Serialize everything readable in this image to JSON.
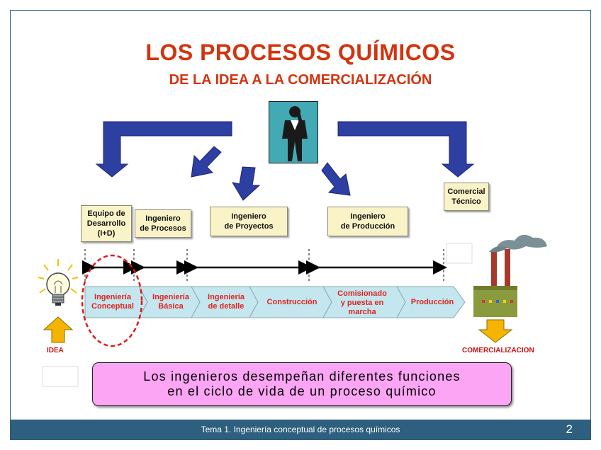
{
  "title": "LOS PROCESOS QUÍMICOS",
  "subtitle": "DE LA IDEA A LA COMERCIALIZACIÓN",
  "roles": [
    {
      "id": "equipo",
      "label": "Equipo de\nDesarrollo\n(I+D)"
    },
    {
      "id": "procesos",
      "label": "Ingeniero\nde Procesos"
    },
    {
      "id": "proyectos",
      "label": "Ingeniero\nde Proyectos"
    },
    {
      "id": "produccion",
      "label": "Ingeniero\nde Producción"
    },
    {
      "id": "comercial",
      "label": "Comercial\nTécnico"
    }
  ],
  "stages": [
    "Ingeniería\nConceptual",
    "Ingeniería\nBásica",
    "Ingeniería\nde detalle",
    "Construcción",
    "Comisionado\ny puesta en\nmarcha",
    "Producción"
  ],
  "idea_label": "IDEA",
  "commercial_label": "COMERCIALIZACION",
  "message": {
    "line1": "Los ingenieros desempeñan diferentes funciones",
    "line2": "en el ciclo de vida de un proceso químico"
  },
  "footer": {
    "text": "Tema 1. Ingeniería conceptual de procesos químicos",
    "page": "2"
  },
  "colors": {
    "title": "#d2340f",
    "arrow_blue": "#2d3fa0",
    "stage_fill": "#c4e6ee",
    "message_bg": "#fca5f5",
    "footer_bg": "#2e5f7e"
  }
}
